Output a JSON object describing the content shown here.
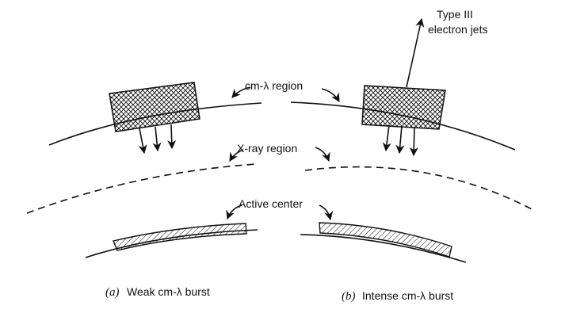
{
  "labels": {
    "cm_region": "cm-λ region",
    "xray_region": "X-ray region",
    "active_center": "Active center",
    "type3_line1": "Type III",
    "type3_line2": "electron jets"
  },
  "captions": {
    "a_letter": "(a)",
    "a_text": "Weak cm-λ burst",
    "b_letter": "(b)",
    "b_text": "Intense cm-λ burst"
  }
}
